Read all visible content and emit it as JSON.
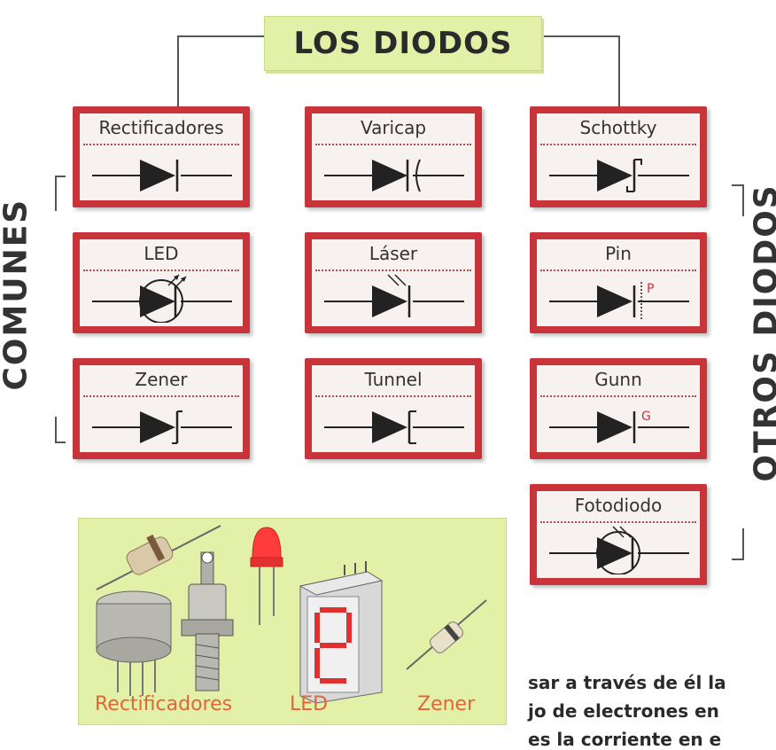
{
  "title": "LOS DIODOS",
  "side_labels": {
    "left": "COMUNES",
    "right": "OTROS DIODOS"
  },
  "cards": [
    {
      "label": "Rectificadores",
      "symbol": "diode"
    },
    {
      "label": "LED",
      "symbol": "led"
    },
    {
      "label": "Zener",
      "symbol": "zener"
    },
    {
      "label": "Varicap",
      "symbol": "varicap"
    },
    {
      "label": "Láser",
      "symbol": "laser"
    },
    {
      "label": "Tunnel",
      "symbol": "tunnel"
    },
    {
      "label": "Schottky",
      "symbol": "schottky"
    },
    {
      "label": "Pin",
      "symbol": "pin"
    },
    {
      "label": "Gunn",
      "symbol": "gunn"
    },
    {
      "label": "Fotodiodo",
      "symbol": "photodiode"
    }
  ],
  "symbol_letters": {
    "pin": "P",
    "gunn": "G"
  },
  "photo": {
    "labels": [
      "Rectificadores",
      "LED",
      "Zener"
    ]
  },
  "body_text": [
    "sar a través de él la",
    "jo de electrones en",
    "es la corriente en e"
  ],
  "colors": {
    "card_border": "#c9343b",
    "title_bg": "#e3f0a8",
    "photo_label": "#e0663a"
  }
}
